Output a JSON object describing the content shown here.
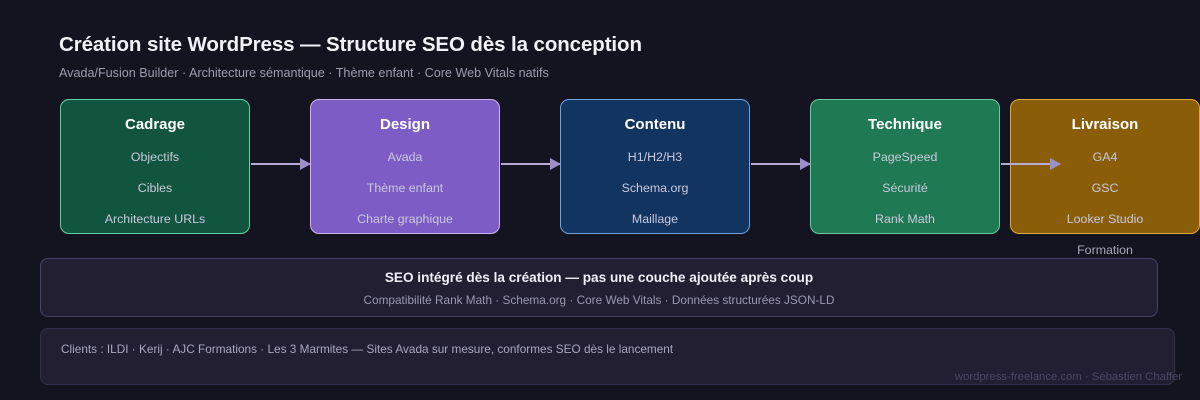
{
  "header": {
    "title": "Création site WordPress — Structure SEO dès la conception",
    "subtitle": "Avada/Fusion Builder · Architecture sémantique · Thème enfant · Core Web Vitals natifs"
  },
  "flow": {
    "steps": [
      {
        "title": "Cadrage",
        "items": [
          "Objectifs",
          "Cibles",
          "Architecture URLs"
        ],
        "fill": "#12553f",
        "border": "#5fd3a8"
      },
      {
        "title": "Design",
        "items": [
          "Avada",
          "Thème enfant",
          "Charte graphique"
        ],
        "fill": "#7d5cc6",
        "border": "#c9b6ef"
      },
      {
        "title": "Contenu",
        "items": [
          "H1/H2/H3",
          "Schema.org",
          "Maillage"
        ],
        "fill": "#123460",
        "border": "#6ba3e0"
      },
      {
        "title": "Technique",
        "items": [
          "PageSpeed",
          "Sécurité",
          "Rank Math"
        ],
        "fill": "#1f7a53",
        "border": "#6cc9a0"
      },
      {
        "title": "Livraison",
        "items": [
          "GA4",
          "GSC",
          "Looker Studio",
          "Formation"
        ],
        "fill": "#8a5e09",
        "border": "#e0a93a"
      }
    ],
    "arrow_color": "#b6abd6",
    "arrow_head_color": "#9d8fca"
  },
  "banner": {
    "title": "SEO intégré dès la création — pas une couche ajoutée après coup",
    "subtitle": "Compatibilité Rank Math · Schema.org · Core Web Vitals · Données structurées JSON-LD"
  },
  "footer": {
    "text": "Clients : ILDI · Kerij · AJC Formations · Les 3 Marmites — Sites Avada sur mesure, conformes SEO dès le lancement"
  },
  "watermark": "wordpress-freelance.com · Sébastien Chaffer",
  "theme": {
    "background": "#141320",
    "panel": "#221f33",
    "text_primary": "#f2f2f6",
    "text_muted": "#9d9db0"
  }
}
